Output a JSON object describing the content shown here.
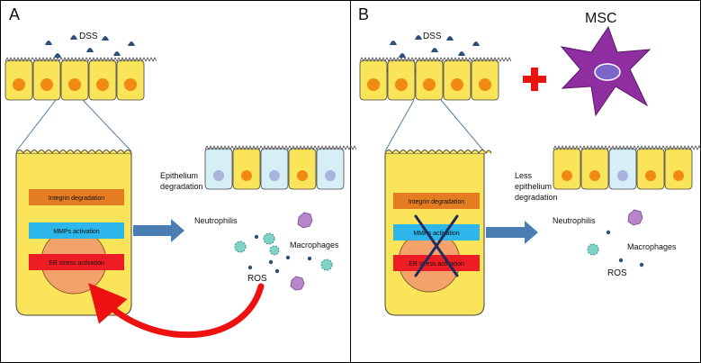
{
  "panel_a": {
    "letter": "A",
    "stimulus_label": "DSS",
    "bars": [
      "Integrin degradation",
      "MMPs activation",
      "ER stress activation"
    ],
    "epithelium_label": [
      "Epithelium",
      "degradation"
    ],
    "neutrophils_label": "Neutrophilis",
    "macrophages_label": "Macrophages",
    "ros_label": "ROS"
  },
  "panel_b": {
    "letter": "B",
    "stimulus_label": "DSS",
    "msc_label": "MSC",
    "bars": [
      "Integrin degradation",
      "MMPs activation",
      "ER stress activation"
    ],
    "epithelium_label": [
      "Less",
      "epithelium",
      "degradation"
    ],
    "neutrophils_label": "Neutrophilis",
    "macrophages_label": "Macrophages",
    "ros_label": "ROS"
  },
  "colors": {
    "cell_yellow": "#fae55a",
    "nucleus_orange": "#f08a12",
    "damaged_cell": "#d6eef6",
    "damaged_nucleus": "#a7b4de",
    "bar_orange": "#e47c22",
    "bar_blue": "#2cb6ea",
    "bar_red": "#ee1c24",
    "arrow_blue": "#4a7db4",
    "feedback_red": "#ee1111",
    "msc_purple": "#8e2ea0",
    "dss_drop": "#2d4f7a",
    "cross_navy": "#1f2d5e",
    "plus_red": "#ee1111"
  }
}
